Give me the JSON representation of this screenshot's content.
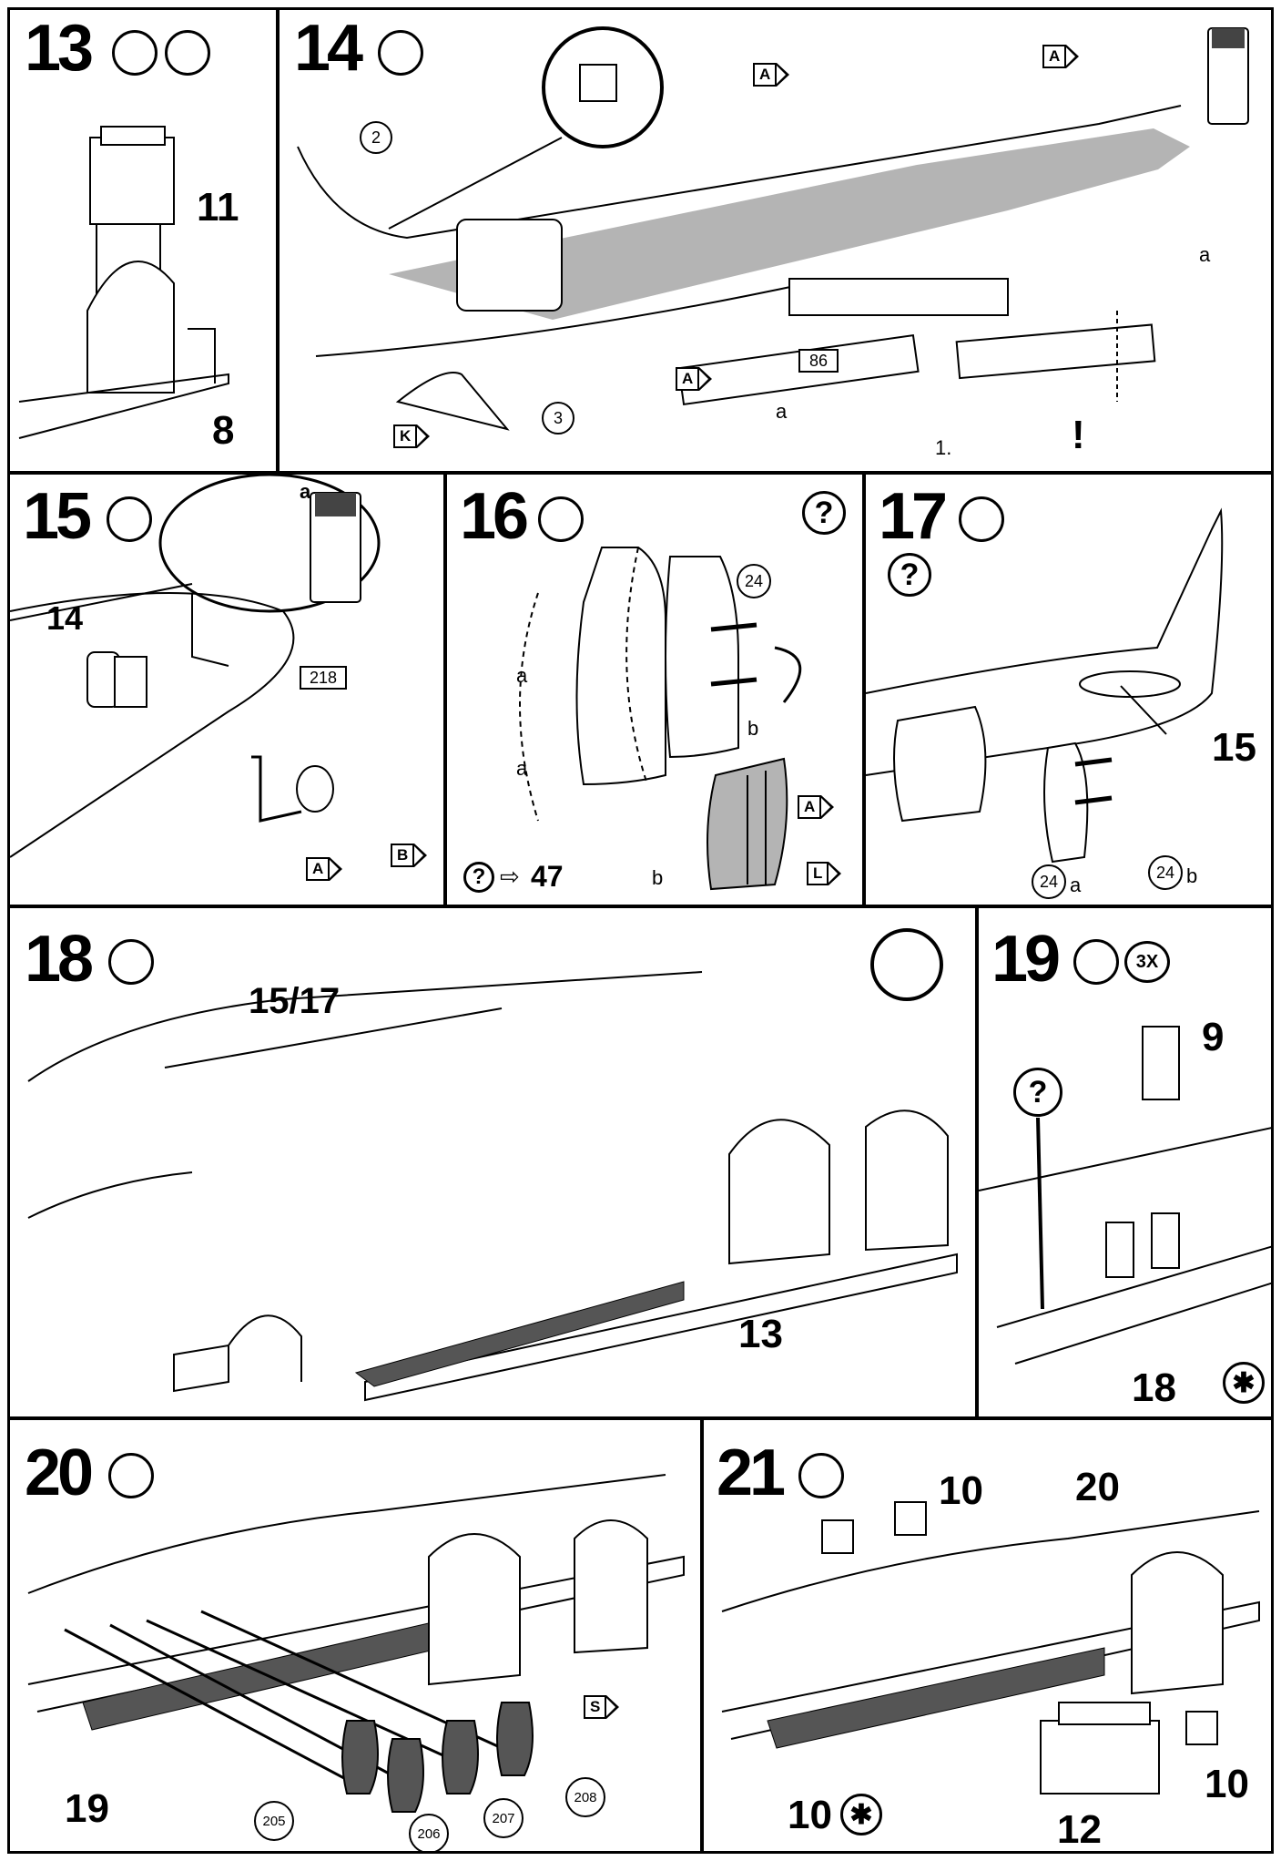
{
  "steps": {
    "s13": {
      "number": "13",
      "labels": {
        "p11": "11",
        "p8": "8"
      }
    },
    "s14": {
      "number": "14",
      "labels": {
        "c2": "2",
        "c3": "3",
        "b86": "86",
        "a1": "a",
        "a2": "a",
        "one": "1.",
        "excl": "!",
        "flagA1": "A",
        "flagA2": "A",
        "flagA3": "A",
        "flagK": "K"
      }
    },
    "s15": {
      "number": "15",
      "labels": {
        "p14": "14",
        "a": "a",
        "b218": "218",
        "flagA": "A",
        "flagB": "B"
      }
    },
    "s16": {
      "number": "16",
      "labels": {
        "c24": "24",
        "a1": "a",
        "a2": "a",
        "b1": "b",
        "b2": "b",
        "flagA": "A",
        "flagL": "L",
        "ref": "47",
        "q": "?"
      }
    },
    "s17": {
      "number": "17",
      "labels": {
        "p15": "15",
        "c24a": "24",
        "c24b": "24",
        "a": "a",
        "b": "b",
        "q": "?"
      }
    },
    "s18": {
      "number": "18",
      "labels": {
        "p1517": "15/17",
        "p13": "13"
      }
    },
    "s19": {
      "number": "19",
      "labels": {
        "p9": "9",
        "p18": "18",
        "times": "3X",
        "q": "?"
      }
    },
    "s20": {
      "number": "20",
      "labels": {
        "p19": "19",
        "c205": "205",
        "c206": "206",
        "c207": "207",
        "c208": "208",
        "flagS": "S"
      }
    },
    "s21": {
      "number": "21",
      "labels": {
        "p10a": "10",
        "p10b": "10",
        "p10c": "10",
        "p20": "20",
        "p12": "12"
      }
    }
  },
  "icons": {
    "glue": "glue-tube-icon",
    "tape": "tape-dispenser-icon",
    "knife": "hobby-knife-icon",
    "choice": "question-choice-icon",
    "clock": "drying-clock-icon",
    "paint": "paint-bottle-icon"
  },
  "colors": {
    "line": "#000000",
    "shade": "#b4b4b4",
    "bag": "#555555"
  }
}
